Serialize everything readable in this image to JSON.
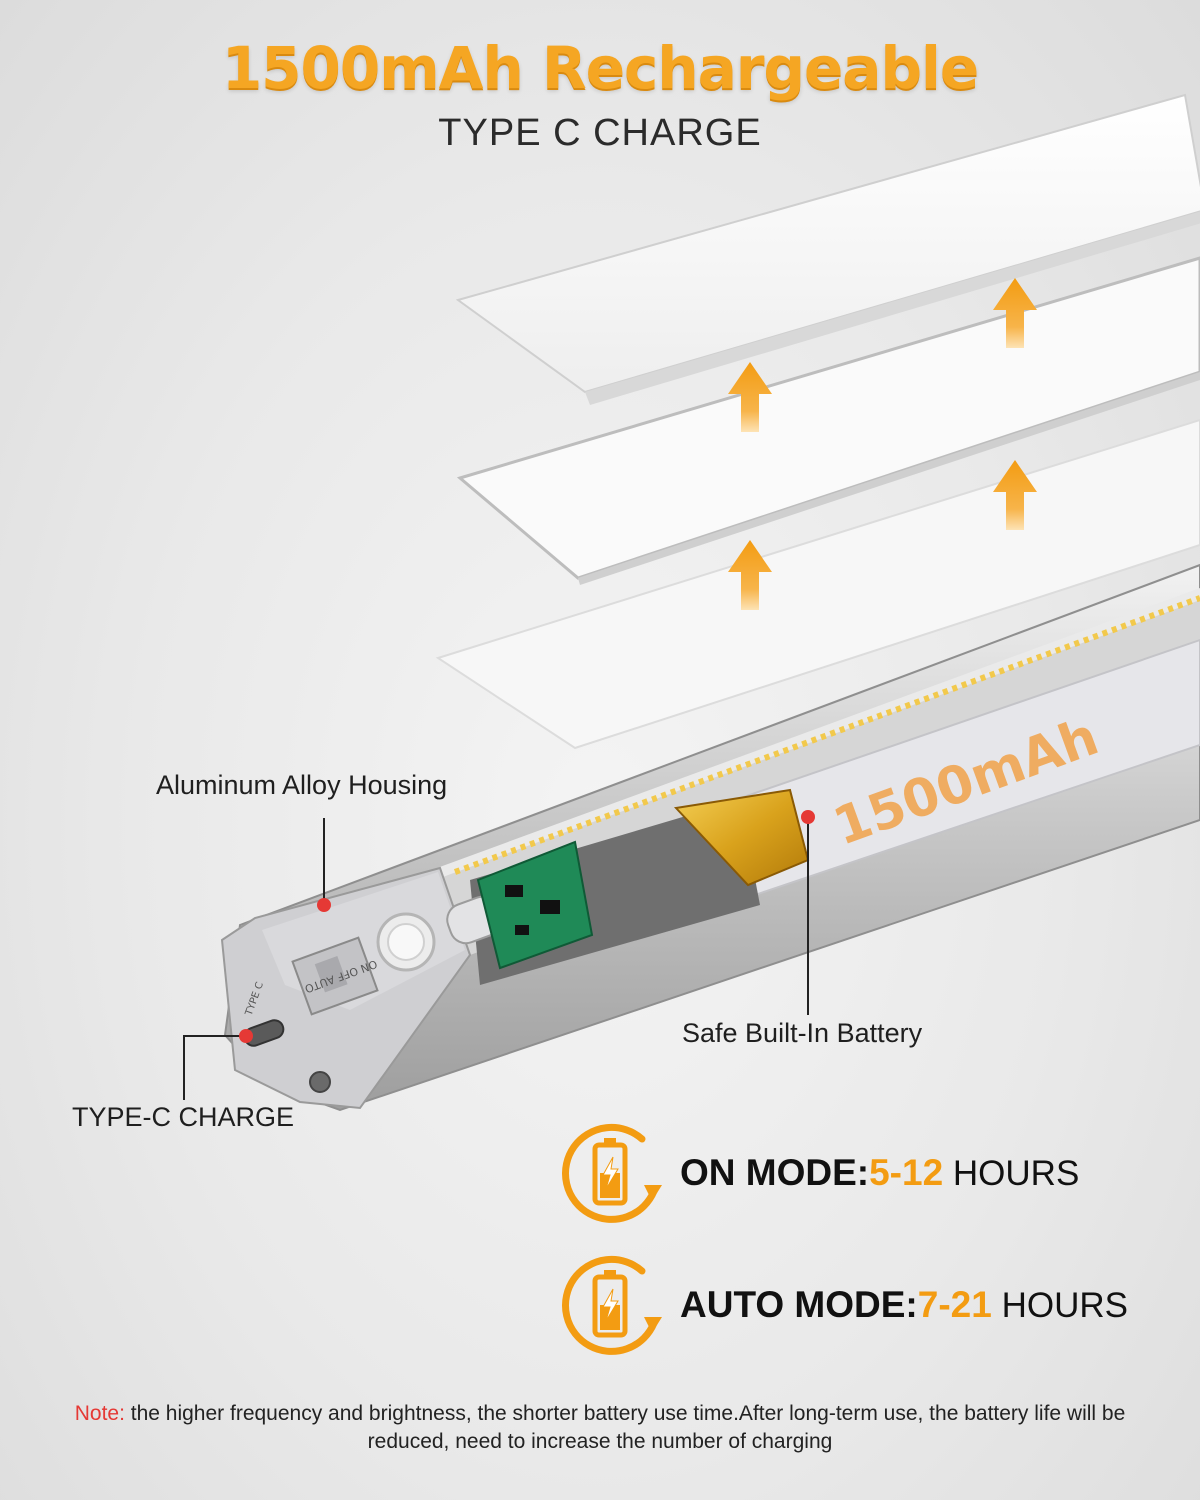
{
  "header": {
    "title": "1500mAh Rechargeable",
    "subtitle": "TYPE C CHARGE"
  },
  "product": {
    "battery_printed_text": "1500mAh",
    "switch_labels": [
      "ON",
      "OFF",
      "AUTO"
    ],
    "port_printed_text": "TYPE C"
  },
  "callouts": {
    "housing": "Aluminum Alloy Housing",
    "battery": "Safe Built-In Battery",
    "charge_port": "TYPE-C CHARGE"
  },
  "modes": [
    {
      "name": "ON MODE:",
      "range": "5-12",
      "unit": "HOURS",
      "icon": "battery-charging-icon"
    },
    {
      "name": "AUTO MODE:",
      "range": "7-21",
      "unit": "HOURS",
      "icon": "battery-charging-icon"
    }
  ],
  "note": {
    "prefix": "Note:",
    "text": " the higher  frequency and brightness, the shorter  battery use time.After long-term use, the battery life will be reduced, need to increase the number of charging"
  },
  "colors": {
    "accent": "#f5a623",
    "callout_dot": "#e53935",
    "background": "#e9e9e9"
  }
}
